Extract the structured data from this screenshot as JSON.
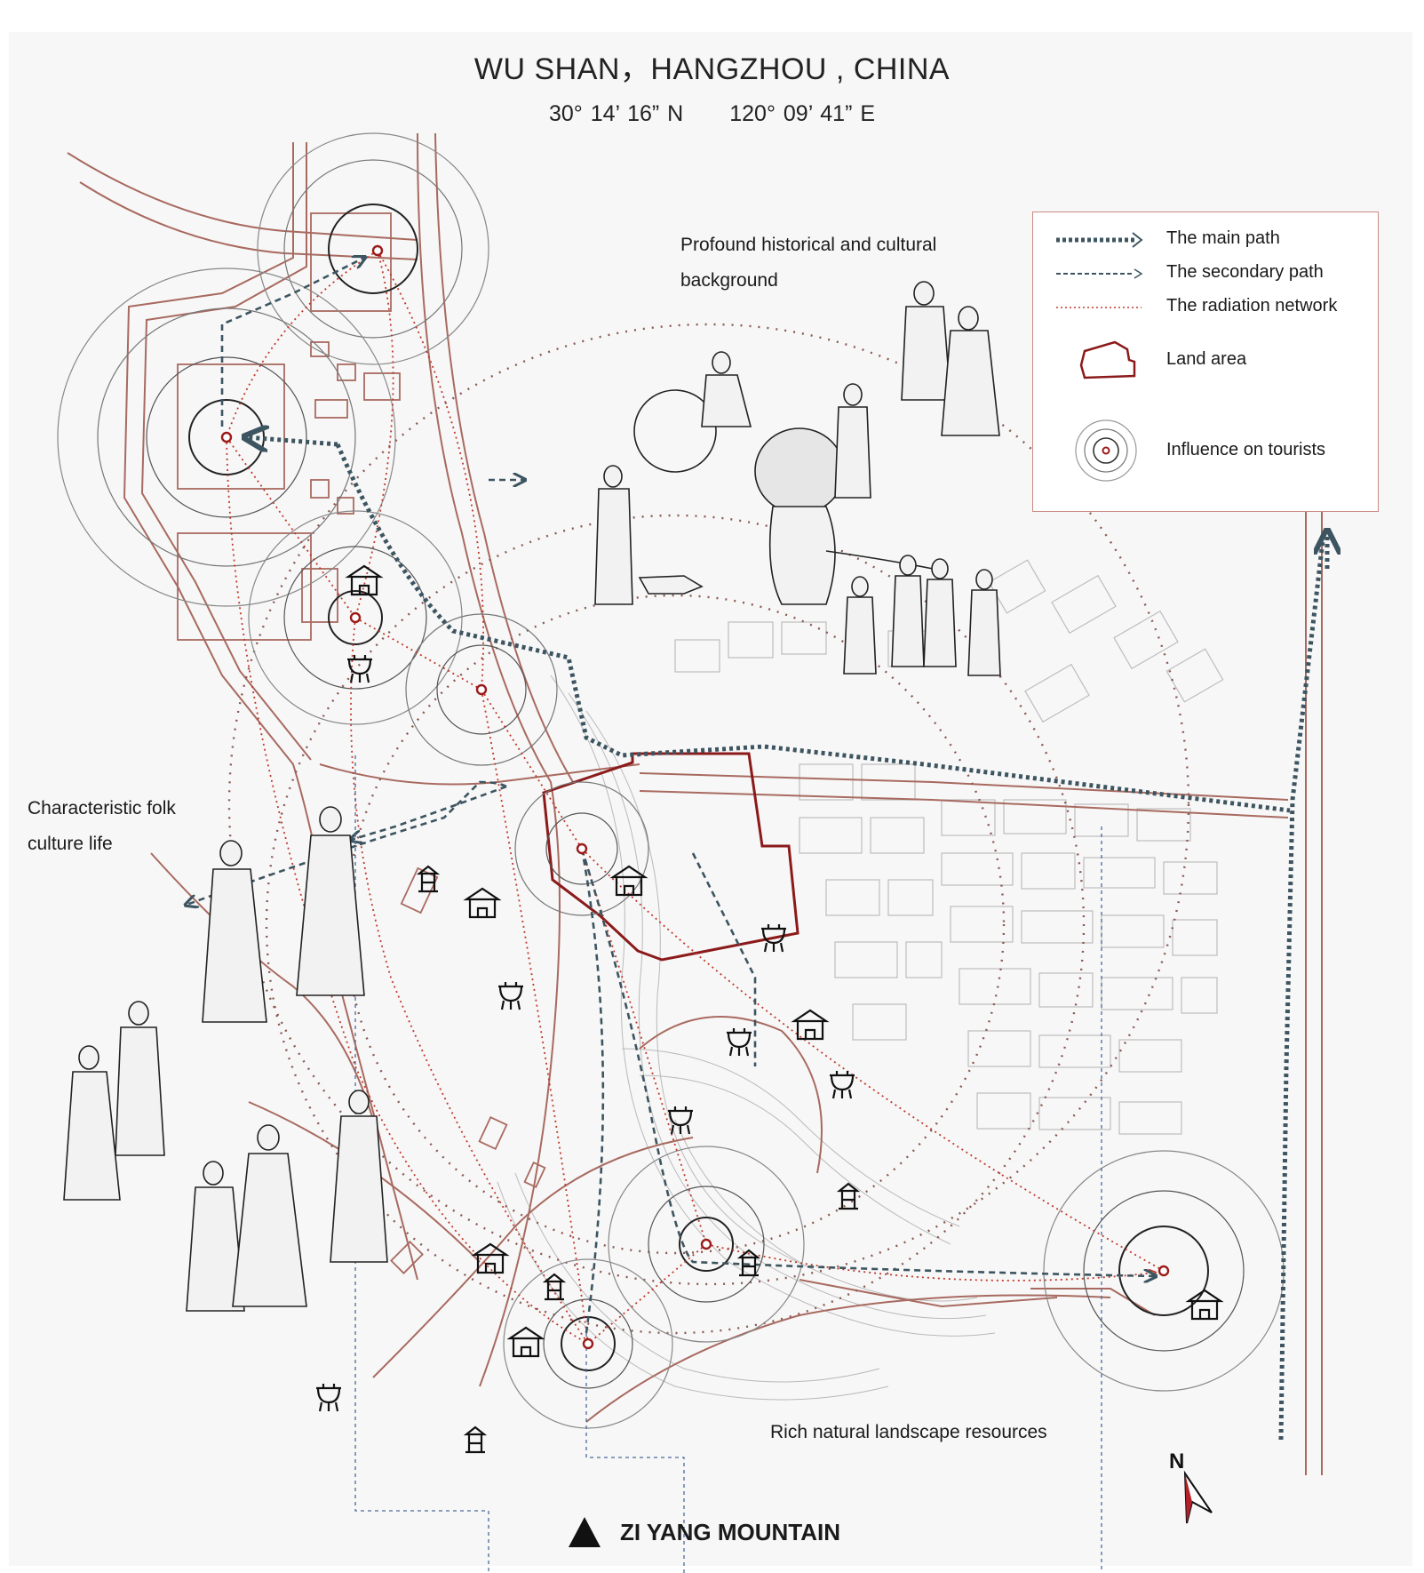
{
  "header": {
    "title": "WU SHAN，HANGZHOU , CHINA",
    "latitude": "30° 14’ 16” N",
    "longitude": "120° 09’ 41” E"
  },
  "legend": {
    "items": [
      {
        "label": "The main path",
        "icon": "thick-dotted-arrow"
      },
      {
        "label": "The secondary path",
        "icon": "thin-dashed-arrow"
      },
      {
        "label": "The radiation network",
        "icon": "red-dotted-line"
      },
      {
        "label": "Land area",
        "icon": "red-outline-polygon"
      },
      {
        "label": "Influence on tourists",
        "icon": "concentric-circles"
      }
    ]
  },
  "annotations": {
    "historical": "Profound historical and cultural background",
    "folk": "Characteristic folk culture life",
    "natural": "Rich natural landscape resources"
  },
  "mountain": {
    "label": "ZI YANG MOUNTAIN",
    "icon": "mountain-triangle"
  },
  "north_arrow": {
    "label": "N"
  },
  "colors": {
    "main_path": "#3d5560",
    "radiation": "#c0392b",
    "land_outline": "#8b1a1a",
    "roads": "#a86a60",
    "rings": "#555555",
    "legend_border": "#c98a82"
  },
  "icons": [
    "pavilion-icon",
    "temple-icon",
    "incense-burner-icon",
    "north-arrow-icon"
  ]
}
